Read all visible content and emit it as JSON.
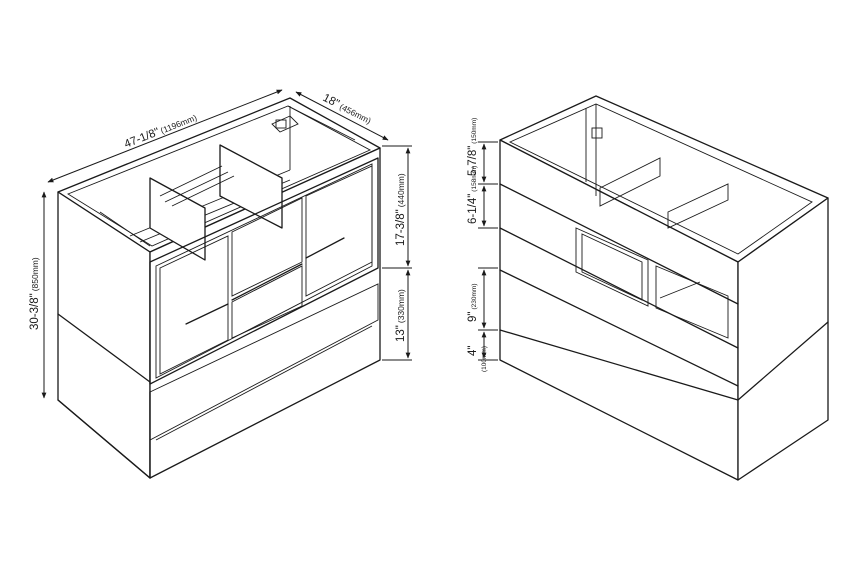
{
  "front_view": {
    "width_label": "47-1/8\"",
    "width_mm": "(1196mm)",
    "depth_label": "18\"",
    "depth_mm": "(456mm)",
    "height_label": "30-3/8\"",
    "height_mm": "(850mm)",
    "upper_label": "17-3/8\"",
    "upper_mm": "(440mm)",
    "lower_label": "13\"",
    "lower_mm": "(330mm)"
  },
  "back_view": {
    "top_label": "5-7/8\"",
    "top_mm": "(150mm)",
    "second_label": "6-1/4\"",
    "second_mm": "(158mm)",
    "third_label": "9\"",
    "third_mm": "(230mm)",
    "bottom_label": "4\"",
    "bottom_mm": "(100mm)"
  },
  "colors": {
    "line": "#1a1a1a",
    "background": "#ffffff"
  }
}
